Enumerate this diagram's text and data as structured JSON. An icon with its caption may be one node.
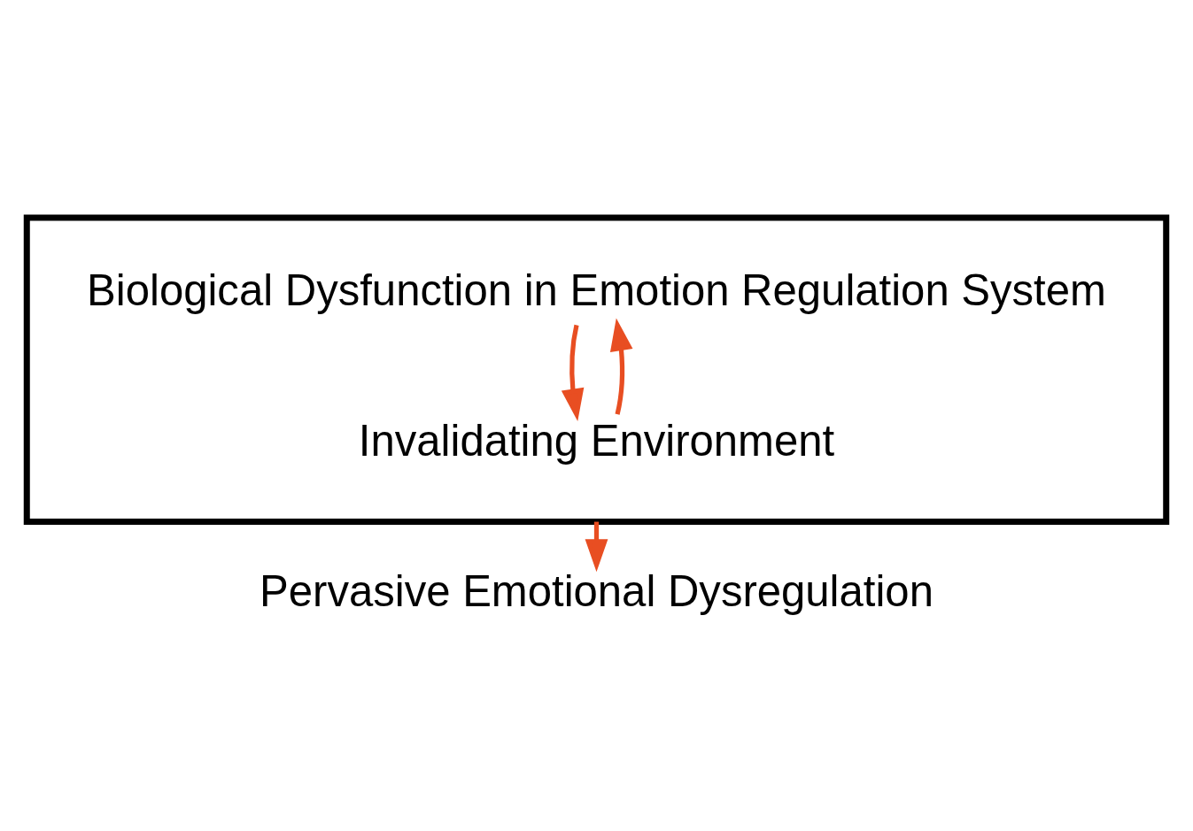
{
  "diagram": {
    "nodes": [
      {
        "text": [],
        "shape": "box"
      },
      {
        "text": [
          "Biological Dysfunction in Emotion Regulation System"
        ],
        "in": 0
      },
      {
        "text": [
          "Invalidating Environment"
        ],
        "in": 0
      },
      {
        "text": [
          "Pervasive Emotional Dysregulation"
        ]
      }
    ],
    "edges": [
      {
        "from": 2,
        "to": 1,
        "arrow": "to"
      },
      {
        "from": 1,
        "to": 2,
        "arrow": "to"
      },
      {
        "from": 0,
        "to": 3,
        "arrow": "to"
      }
    ]
  }
}
